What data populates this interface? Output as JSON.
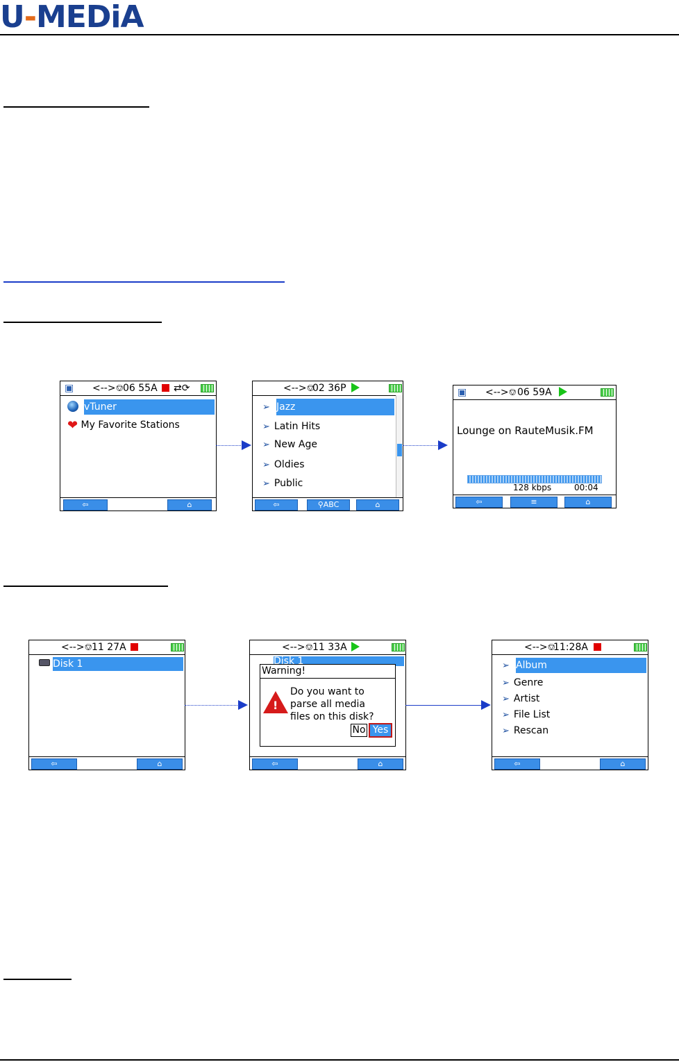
{
  "logo": {
    "part1": "U",
    "dash": "-",
    "part2": "MEDiA"
  },
  "diagram1": {
    "screen1": {
      "time": "06 55A",
      "items": [
        "vTuner",
        "My Favorite Stations"
      ]
    },
    "screen2": {
      "time": "02 36P",
      "items": [
        "Jazz",
        "Latin Hits",
        "New Age",
        "Oldies",
        "Public"
      ],
      "search_btn": "ABC"
    },
    "screen3": {
      "time": "06 59A",
      "station": "Lounge on RauteMusik.FM",
      "bitrate": "128 kbps",
      "elapsed": "00:04"
    }
  },
  "diagram2": {
    "screen1": {
      "time": "11 27A",
      "items": [
        "Disk 1"
      ]
    },
    "screen2": {
      "time": "11 33A",
      "dialog_title": "Warning!",
      "dialog_lines": [
        "Do you want to",
        "parse all media",
        "files on this disk?"
      ],
      "no_label": "No",
      "yes_label": "Yes",
      "behind_item": "Disk 1"
    },
    "screen3": {
      "time": "11:28A",
      "items": [
        "Album",
        "Genre",
        "Artist",
        "File List",
        "Rescan"
      ]
    }
  },
  "icons": {
    "back": "back-icon",
    "home": "home-icon",
    "menu": "menu-icon",
    "search": "search-icon",
    "usb": "usb-icon",
    "battery": "battery-icon"
  },
  "colors": {
    "highlight": "#3a95ee",
    "stop": "#e10000",
    "play": "#18c418",
    "link": "#1a3cc8"
  }
}
